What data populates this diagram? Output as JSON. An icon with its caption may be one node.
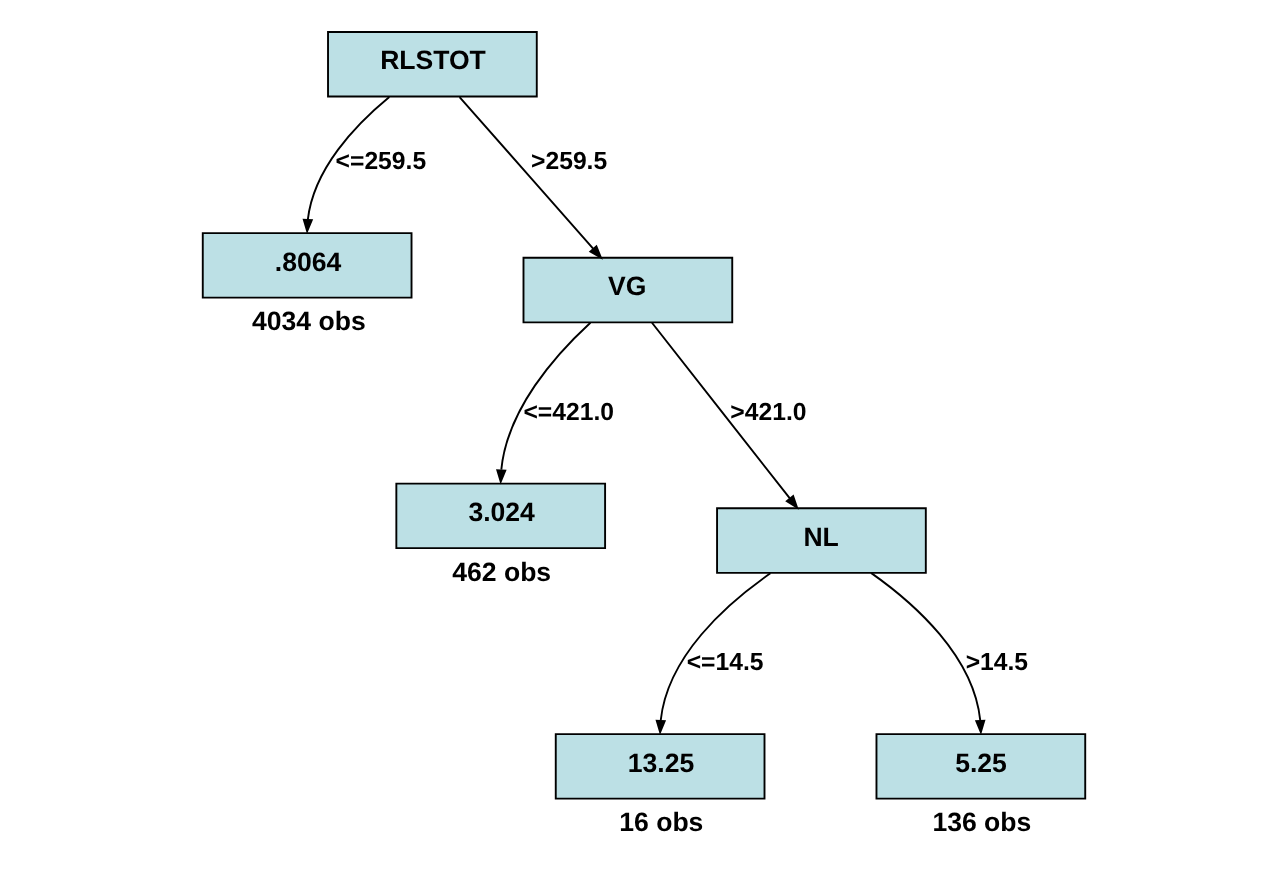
{
  "diagram": {
    "nodes": [
      {
        "text": [
          "RLSTOT"
        ]
      },
      {
        "text": [
          ".8064"
        ],
        "beside": [
          "4034 obs"
        ]
      },
      {
        "text": [
          "VG"
        ]
      },
      {
        "text": [
          "3.024"
        ],
        "beside": [
          "462 obs"
        ]
      },
      {
        "text": [
          "NL"
        ]
      },
      {
        "text": [
          "13.25"
        ],
        "beside": [
          "16 obs"
        ]
      },
      {
        "text": [
          "5.25"
        ],
        "beside": [
          "136 obs"
        ]
      }
    ],
    "edges": [
      {
        "from": 0,
        "to": 1,
        "arrow": "to",
        "label": "<=259.5"
      },
      {
        "from": 0,
        "to": 2,
        "arrow": "to",
        "label": ">259.5"
      },
      {
        "from": 2,
        "to": 3,
        "arrow": "to",
        "label": "<=421.0"
      },
      {
        "from": 2,
        "to": 4,
        "arrow": "to",
        "label": ">421.0"
      },
      {
        "from": 4,
        "to": 5,
        "arrow": "to",
        "label": "<=14.5"
      },
      {
        "from": 4,
        "to": 6,
        "arrow": "to",
        "label": ">14.5"
      }
    ]
  }
}
